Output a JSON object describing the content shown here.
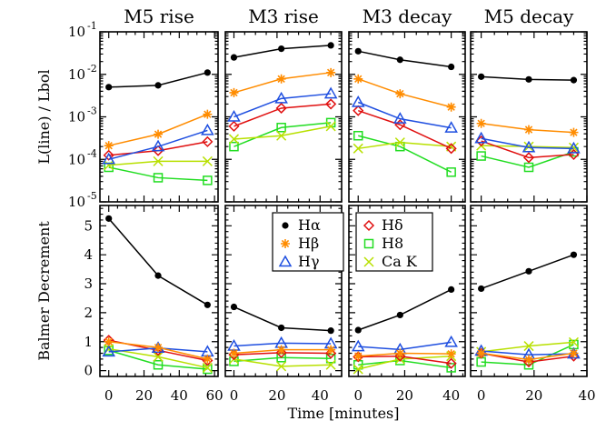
{
  "chart_data": {
    "type": "line",
    "y_label_top": "L(line) / Lbol",
    "y_label_bottom": "Balmer Decrement",
    "x_label": "Time [minutes]",
    "top_yscale": "log",
    "top_ylim": [
      1e-05,
      0.1
    ],
    "top_ytick_labels": [
      "10",
      "10",
      "10",
      "10",
      "10"
    ],
    "top_ytick_exponents": [
      "-5",
      "-4",
      "-3",
      "-2",
      "-1"
    ],
    "bottom_ylim": [
      -0.2,
      5.7
    ],
    "bottom_ytick_labels": [
      "0",
      "1",
      "2",
      "3",
      "4",
      "5"
    ],
    "legend": [
      {
        "name": "Hα",
        "color": "#000000",
        "marker": "dot"
      },
      {
        "name": "Hβ",
        "color": "#ff8c00",
        "marker": "star"
      },
      {
        "name": "Hγ",
        "color": "#1f4fe0",
        "marker": "triangle"
      },
      {
        "name": "Hδ",
        "color": "#e01010",
        "marker": "diamond"
      },
      {
        "name": "H8",
        "color": "#22dd22",
        "marker": "square"
      },
      {
        "name": "Ca K",
        "color": "#b8e000",
        "marker": "x"
      }
    ],
    "panels": [
      {
        "title": "M5 rise",
        "xlim": [
          -5,
          62
        ],
        "xtick_labels": [
          "0",
          "20",
          "40",
          "60"
        ],
        "x": [
          0,
          28,
          56
        ],
        "top": {
          "Hα": [
            0.005,
            0.0055,
            0.011
          ],
          "Hβ": [
            0.00021,
            0.00039,
            0.00115
          ],
          "Hγ": [
            0.0001,
            0.0002,
            0.00048
          ],
          "Hδ": [
            0.000125,
            0.00016,
            0.00026
          ],
          "H8": [
            6.5e-05,
            3.7e-05,
            3.2e-05
          ],
          "Ca K": [
            7.3e-05,
            9e-05,
            9e-05
          ]
        },
        "bottom": {
          "Hα": [
            5.25,
            3.28,
            2.27
          ],
          "Hβ": [
            1.0,
            0.8,
            0.4
          ],
          "Hγ": [
            0.65,
            0.78,
            0.65
          ],
          "Hδ": [
            1.05,
            0.7,
            0.35
          ],
          "H8": [
            0.7,
            0.2,
            0.05
          ],
          "Ca K": [
            0.75,
            0.48,
            0.1
          ]
        }
      },
      {
        "title": "M3 rise",
        "xlim": [
          -4,
          50
        ],
        "xtick_labels": [
          "0",
          "20",
          "40"
        ],
        "x": [
          0,
          22,
          45
        ],
        "top": {
          "Hα": [
            0.025,
            0.04,
            0.048
          ],
          "Hβ": [
            0.0037,
            0.0078,
            0.011
          ],
          "Hγ": [
            0.001,
            0.0027,
            0.0035
          ],
          "Hδ": [
            0.0006,
            0.0016,
            0.002
          ],
          "H8": [
            0.0002,
            0.00056,
            0.00073
          ],
          "Ca K": [
            0.0003,
            0.00036,
            0.0006
          ]
        },
        "bottom": {
          "Hα": [
            2.2,
            1.48,
            1.38
          ],
          "Hβ": [
            0.6,
            0.72,
            0.72
          ],
          "Hγ": [
            0.85,
            0.95,
            0.93
          ],
          "Hδ": [
            0.55,
            0.62,
            0.6
          ],
          "H8": [
            0.32,
            0.45,
            0.42
          ],
          "Ca K": [
            0.4,
            0.15,
            0.2
          ]
        }
      },
      {
        "title": "M3 decay",
        "xlim": [
          -4,
          46
        ],
        "xtick_labels": [
          "0",
          "20",
          "40"
        ],
        "x": [
          0,
          18,
          40
        ],
        "top": {
          "Hα": [
            0.035,
            0.022,
            0.015
          ],
          "Hβ": [
            0.0078,
            0.0035,
            0.0017
          ],
          "Hγ": [
            0.0022,
            0.0009,
            0.00055
          ],
          "Hδ": [
            0.0014,
            0.00065,
            0.00018
          ],
          "H8": [
            0.00036,
            0.0002,
            5e-05
          ],
          "Ca K": [
            0.00018,
            0.00025,
            0.0002
          ]
        },
        "bottom": {
          "Hα": [
            1.4,
            1.92,
            2.8
          ],
          "Hβ": [
            0.5,
            0.6,
            0.58
          ],
          "Hγ": [
            0.83,
            0.73,
            0.98
          ],
          "Hδ": [
            0.48,
            0.5,
            0.25
          ],
          "H8": [
            0.2,
            0.35,
            0.1
          ],
          "Ca K": [
            0.05,
            0.4,
            0.5
          ]
        }
      },
      {
        "title": "M5 decay",
        "xlim": [
          -4,
          40
        ],
        "xtick_labels": [
          "0",
          "20",
          "40"
        ],
        "x": [
          0,
          18,
          35
        ],
        "top": {
          "Hα": [
            0.0088,
            0.0076,
            0.0073
          ],
          "Hβ": [
            0.0007,
            0.0005,
            0.00043
          ],
          "Hγ": [
            0.00031,
            0.00019,
            0.00018
          ],
          "Hδ": [
            0.00027,
            0.00011,
            0.00013
          ],
          "H8": [
            0.00012,
            6.5e-05,
            0.00015
          ],
          "Ca K": [
            0.00021,
            0.0002,
            0.00019
          ]
        },
        "bottom": {
          "Hα": [
            2.83,
            3.43,
            4.0
          ],
          "Hβ": [
            0.6,
            0.38,
            0.6
          ],
          "Hγ": [
            0.68,
            0.55,
            0.58
          ],
          "Hδ": [
            0.6,
            0.3,
            0.5
          ],
          "H8": [
            0.3,
            0.2,
            0.9
          ],
          "Ca K": [
            0.65,
            0.85,
            0.98
          ]
        }
      }
    ]
  }
}
